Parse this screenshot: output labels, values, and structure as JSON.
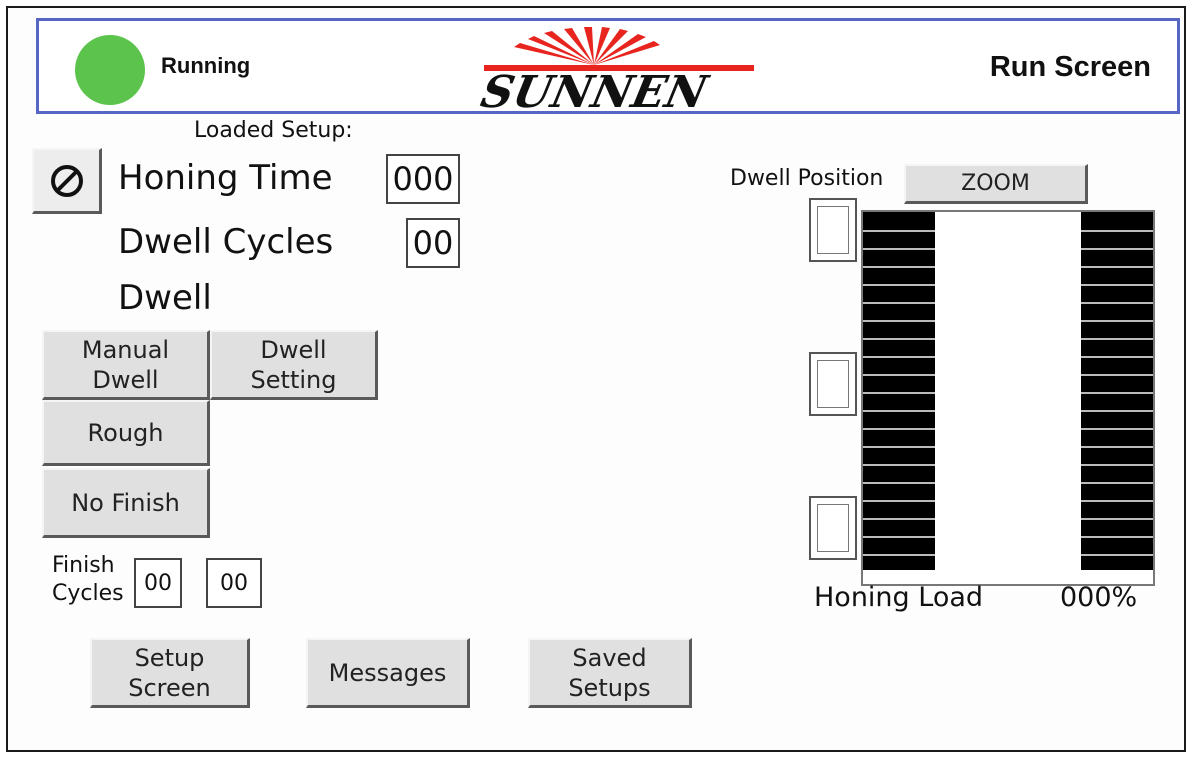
{
  "header": {
    "status_text": "Running",
    "status_color": "#5cc44c",
    "logo_text": "SUNNEN",
    "screen_title": "Run Screen"
  },
  "setup": {
    "loaded_setup_label": "Loaded Setup:",
    "honing_time_label": "Honing Time",
    "honing_time_value": "000",
    "dwell_cycles_label": "Dwell Cycles",
    "dwell_cycles_value": "00",
    "dwell_label": "Dwell"
  },
  "buttons": {
    "manual_dwell": "Manual\nDwell",
    "dwell_setting": "Dwell\nSetting",
    "rough": "Rough",
    "no_finish": "No Finish",
    "setup_screen": "Setup\nScreen",
    "messages": "Messages",
    "saved_setups": "Saved\nSetups",
    "zoom": "ZOOM"
  },
  "finish": {
    "label": "Finish\nCycles",
    "value1": "00",
    "value2": "00"
  },
  "dwell_panel": {
    "position_label": "Dwell Position",
    "honing_load_label": "Honing Load",
    "honing_load_value": "000%"
  },
  "icons": {
    "cancel": "prohibited-icon",
    "status": "status-indicator-icon"
  }
}
